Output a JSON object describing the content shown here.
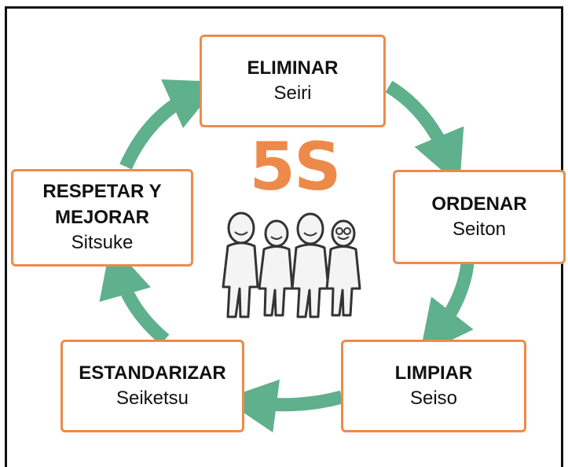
{
  "center": {
    "title": "5S"
  },
  "colors": {
    "arrow": "#5fb08c",
    "box_border": "#ee8a49",
    "center_title": "#ee8a49"
  },
  "steps": [
    {
      "title": "ELIMINAR",
      "subtitle": "Seiri"
    },
    {
      "title": "ORDENAR",
      "subtitle": "Seiton"
    },
    {
      "title": "LIMPIAR",
      "subtitle": "Seiso"
    },
    {
      "title": "ESTANDARIZAR",
      "subtitle": "Seiketsu"
    },
    {
      "title": "RESPETAR Y MEJORAR",
      "subtitle": "Sitsuke"
    }
  ],
  "illustration": {
    "icon": "team-of-people-icon"
  }
}
